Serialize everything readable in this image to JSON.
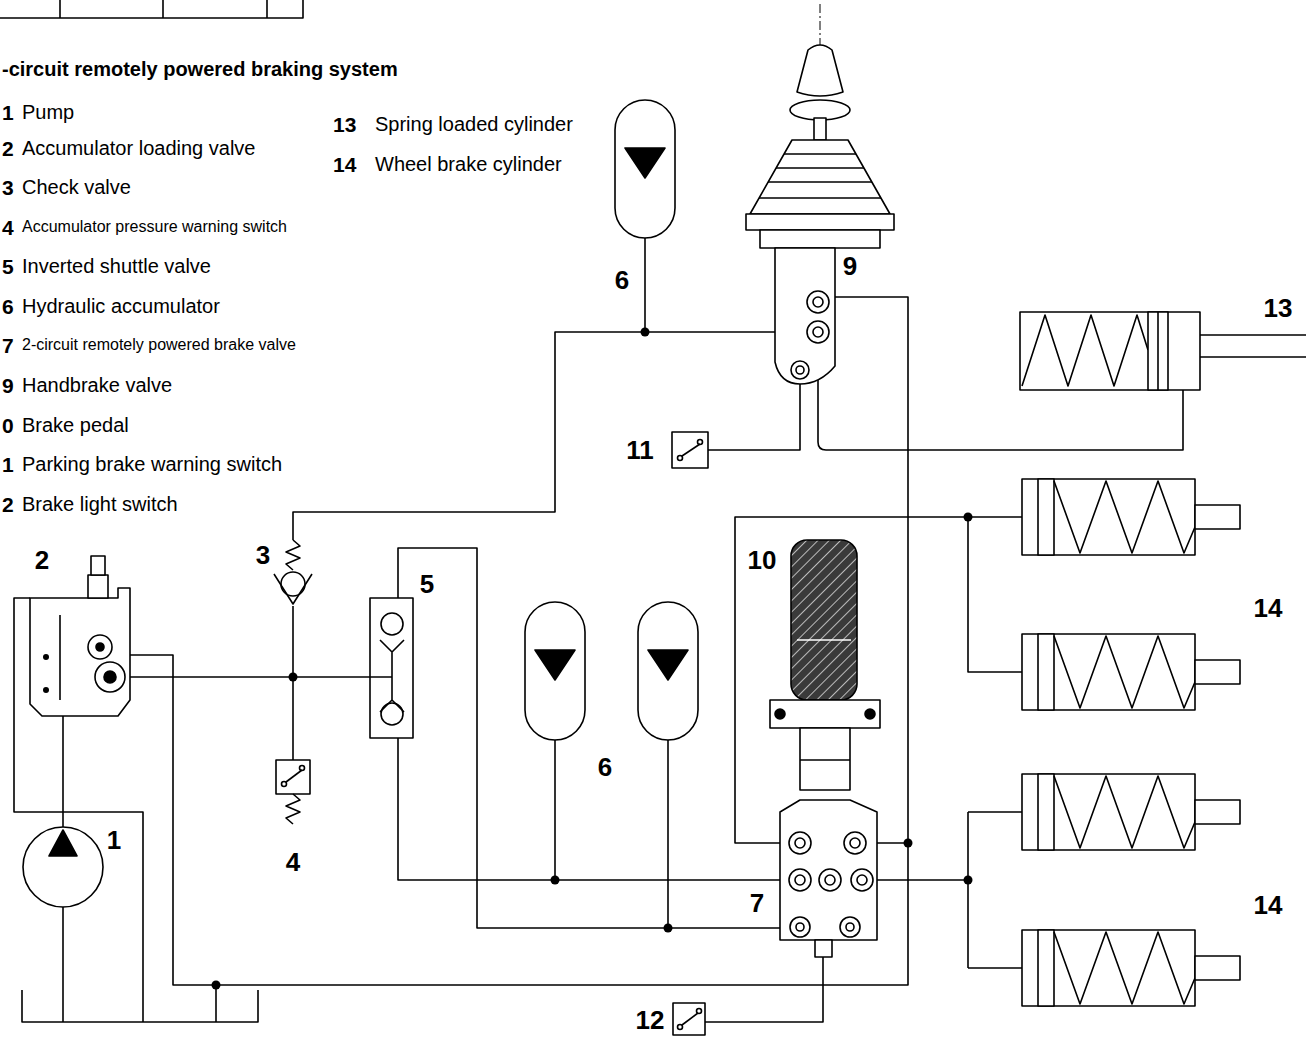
{
  "diagram": {
    "title": "-circuit remotely powered braking system",
    "labels": [
      "1",
      "Pump",
      "2",
      "Accumulator loading valve",
      "3",
      "Check valve",
      "4",
      "Accumulator pressure warning switch",
      "5",
      "Inverted shuttle valve",
      "6",
      "Hydraulic accumulator",
      "7",
      "2-circuit remotely powered brake valve",
      "9",
      "Handbrake valve",
      "0",
      "Brake pedal",
      "1",
      "Parking brake warning switch",
      "2",
      "Brake light switch",
      "13",
      "Spring loaded cylinder",
      "14",
      "Wheel brake cylinder",
      "6",
      "9",
      "13",
      "11",
      "10",
      "3",
      "5",
      "2",
      "14",
      "6",
      "1",
      "4",
      "7",
      "14",
      "12"
    ]
  }
}
